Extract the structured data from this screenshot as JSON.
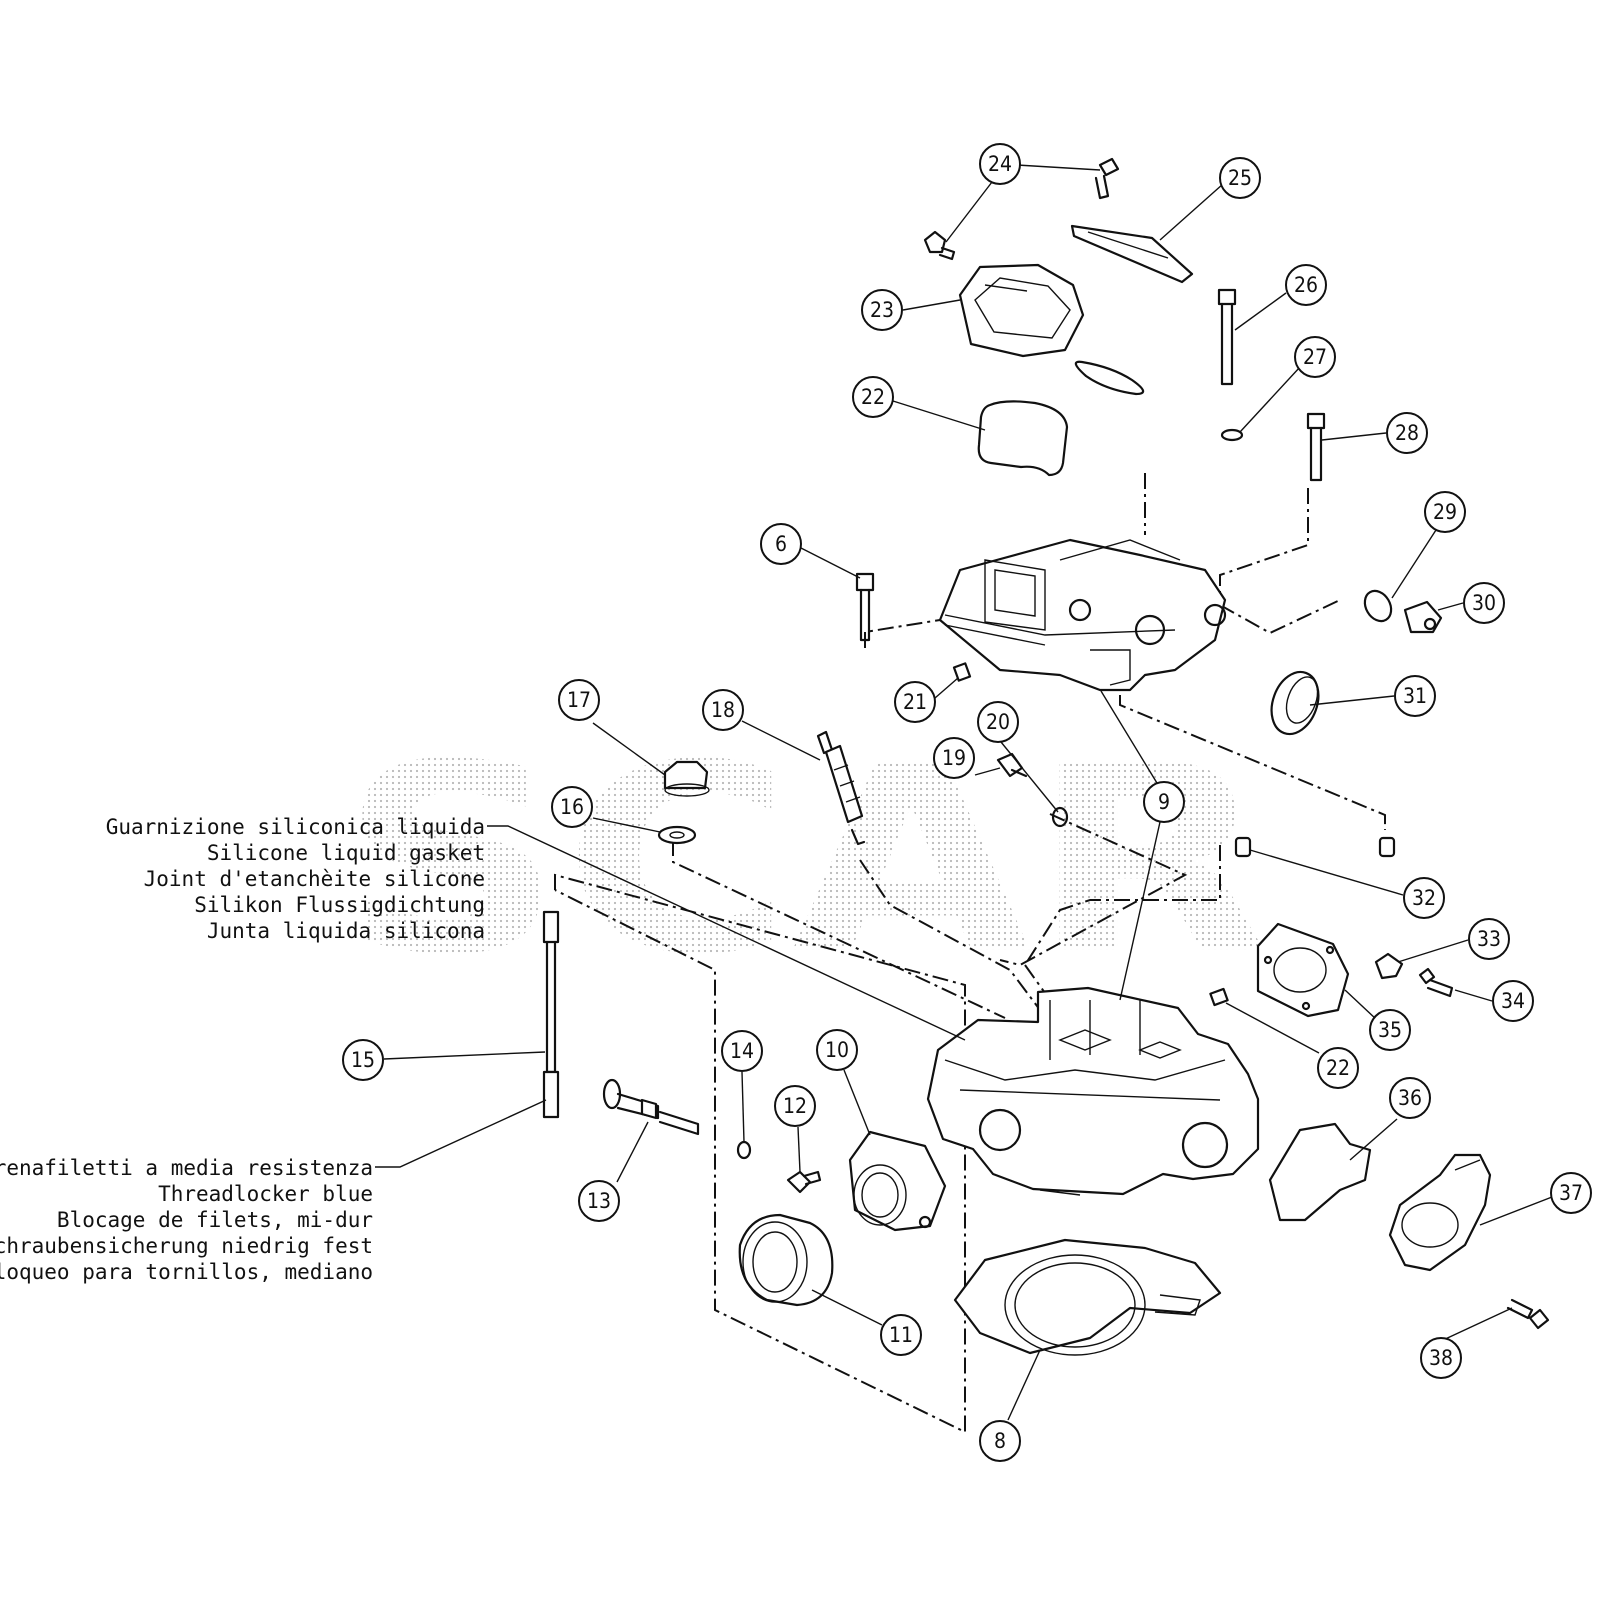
{
  "watermark": "SCAR",
  "notes": {
    "gasket": [
      "Guarnizione siliconica liquida",
      "Silicone liquid gasket",
      "Joint d'etanchèite silicone",
      "Silikon Flussigdichtung",
      "Junta liquida silicona"
    ],
    "threadlocker": [
      "Frenafiletti a media resistenza",
      "Threadlocker blue",
      "Blocage de filets, mi-dur",
      "Schraubensicherung niedrig fest",
      "Bloqueo para tornillos, mediano"
    ]
  },
  "callouts": [
    {
      "id": "c24",
      "label": "24"
    },
    {
      "id": "c25",
      "label": "25"
    },
    {
      "id": "c23",
      "label": "23"
    },
    {
      "id": "c26",
      "label": "26"
    },
    {
      "id": "c27",
      "label": "27"
    },
    {
      "id": "c22a",
      "label": "22"
    },
    {
      "id": "c28",
      "label": "28"
    },
    {
      "id": "c29",
      "label": "29"
    },
    {
      "id": "c6",
      "label": "6"
    },
    {
      "id": "c30",
      "label": "30"
    },
    {
      "id": "c31",
      "label": "31"
    },
    {
      "id": "c21",
      "label": "21"
    },
    {
      "id": "c17",
      "label": "17"
    },
    {
      "id": "c18",
      "label": "18"
    },
    {
      "id": "c20",
      "label": "20"
    },
    {
      "id": "c19",
      "label": "19"
    },
    {
      "id": "c9",
      "label": "9"
    },
    {
      "id": "c16",
      "label": "16"
    },
    {
      "id": "c32",
      "label": "32"
    },
    {
      "id": "c33",
      "label": "33"
    },
    {
      "id": "c34",
      "label": "34"
    },
    {
      "id": "c35",
      "label": "35"
    },
    {
      "id": "c14",
      "label": "14"
    },
    {
      "id": "c10",
      "label": "10"
    },
    {
      "id": "c15",
      "label": "15"
    },
    {
      "id": "c22b",
      "label": "22"
    },
    {
      "id": "c36",
      "label": "36"
    },
    {
      "id": "c12",
      "label": "12"
    },
    {
      "id": "c37",
      "label": "37"
    },
    {
      "id": "c13",
      "label": "13"
    },
    {
      "id": "c11",
      "label": "11"
    },
    {
      "id": "c38",
      "label": "38"
    },
    {
      "id": "c8",
      "label": "8"
    }
  ]
}
